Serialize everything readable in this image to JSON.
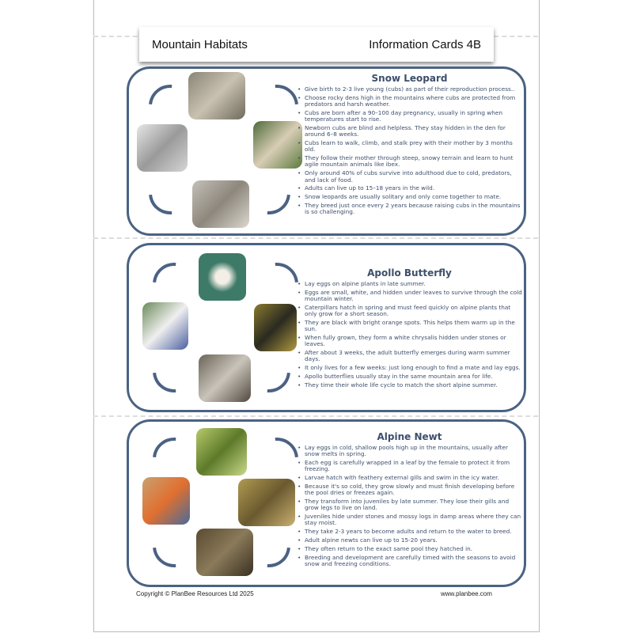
{
  "header": {
    "title": "Mountain Habitats",
    "subtitle": "Information Cards 4B"
  },
  "cards": [
    {
      "title": "Snow Leopard",
      "bullets": [
        "Give birth to 2-3 live young (cubs) as part of their reproduction process..",
        "Choose rocky dens high in the mountains where cubs are protected from predators and harsh weather.",
        "Cubs are born after a 90–100 day pregnancy, usually in spring when temperatures start to rise.",
        "Newborn cubs are blind and helpless. They stay hidden in the den for around 6–8 weeks.",
        "Cubs learn to walk, climb, and stalk prey with their mother by 3 months old.",
        "They follow their mother through steep, snowy terrain and learn to hunt agile mountain animals like ibex.",
        "Only around 40% of cubs survive into adulthood due to cold, predators, and lack of food.",
        "Adults can live up to 15–18 years in the wild.",
        "Snow leopards are usually solitary and only come together to mate.",
        "They breed just once every 2 years because raising cubs in the mountains is so challenging."
      ]
    },
    {
      "title": "Apollo Butterfly",
      "bullets": [
        "Lay eggs on alpine plants in late summer.",
        "Eggs are small, white, and hidden under leaves to survive through the cold mountain winter.",
        "Caterpillars hatch in spring and must feed quickly on alpine plants that only grow for a short season.",
        "They are black with bright orange spots. This helps them warm up in the sun.",
        "When fully grown, they form a white chrysalis hidden under stones or leaves.",
        "After about 3 weeks, the adult butterfly emerges during warm summer days.",
        "It only lives for a few weeks: just long enough to find a mate and lay eggs.",
        "Apollo butterflies usually stay in the same mountain area for life.",
        "They time their whole life cycle to match the short alpine summer."
      ]
    },
    {
      "title": "Alpine Newt",
      "bullets": [
        "Lay eggs in cold, shallow pools high up in the mountains, usually after snow melts in spring.",
        "Each egg is carefully wrapped in a leaf by the female to protect it from freezing.",
        "Larvae hatch with feathery external gills and swim in the icy water.",
        "Because it's so cold, they grow slowly and must finish developing before the pool dries or freezes again.",
        "They transform into juveniles by late summer. They lose their gills and grow legs to live on land.",
        "Juveniles hide under stones and mossy logs in damp areas where they can stay moist.",
        "They take 2-3 years to become adults and return to the water to breed.",
        "Adult alpine newts can live up to 15-20 years.",
        "They often return to the exact same pool they hatched in.",
        "Breeding and development are carefully timed with the seasons to avoid snow and freezing conditions."
      ]
    }
  ],
  "footer": {
    "copyright": "Copyright © PlanBee Resources Ltd 2025",
    "website": "www.planbee.com"
  }
}
